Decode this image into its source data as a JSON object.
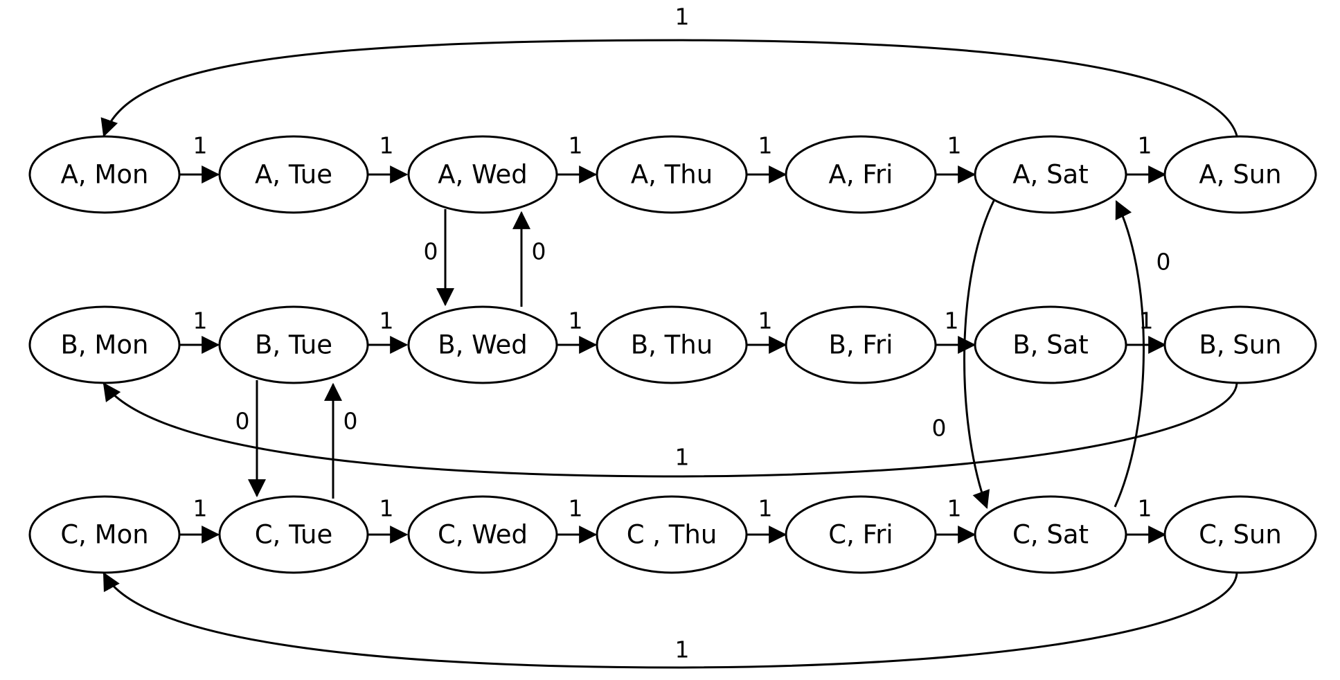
{
  "diagram": {
    "nodes": {
      "a_mon": "A, Mon",
      "a_tue": "A, Tue",
      "a_wed": "A, Wed",
      "a_thu": "A, Thu",
      "a_fri": "A, Fri",
      "a_sat": "A, Sat",
      "a_sun": "A, Sun",
      "b_mon": "B, Mon",
      "b_tue": "B, Tue",
      "b_wed": "B, Wed",
      "b_thu": "B, Thu",
      "b_fri": "B, Fri",
      "b_sat": "B, Sat",
      "b_sun": "B, Sun",
      "c_mon": "C, Mon",
      "c_tue": "C, Tue",
      "c_wed": "C, Wed",
      "c_thu": "C , Thu",
      "c_fri": "C, Fri",
      "c_sat": "C, Sat",
      "c_sun": "C, Sun"
    },
    "edges": {
      "a_mon_tue": "1",
      "a_tue_wed": "1",
      "a_wed_thu": "1",
      "a_thu_fri": "1",
      "a_fri_sat": "1",
      "a_sat_sun": "1",
      "a_sun_mon": "1",
      "b_mon_tue": "1",
      "b_tue_wed": "1",
      "b_wed_thu": "1",
      "b_thu_fri": "1",
      "b_fri_sat": "1",
      "b_sat_sun": "1",
      "b_sun_mon": "1",
      "c_mon_tue": "1",
      "c_tue_wed": "1",
      "c_wed_thu": "1",
      "c_thu_fri": "1",
      "c_fri_sat": "1",
      "c_sat_sun": "1",
      "c_sun_mon": "1",
      "a_wed_to_b_wed": "0",
      "b_wed_to_a_wed": "0",
      "b_tue_to_c_tue": "0",
      "c_tue_to_b_tue": "0",
      "a_sat_to_c_sat": "0",
      "c_sat_to_a_sat": "0"
    }
  }
}
